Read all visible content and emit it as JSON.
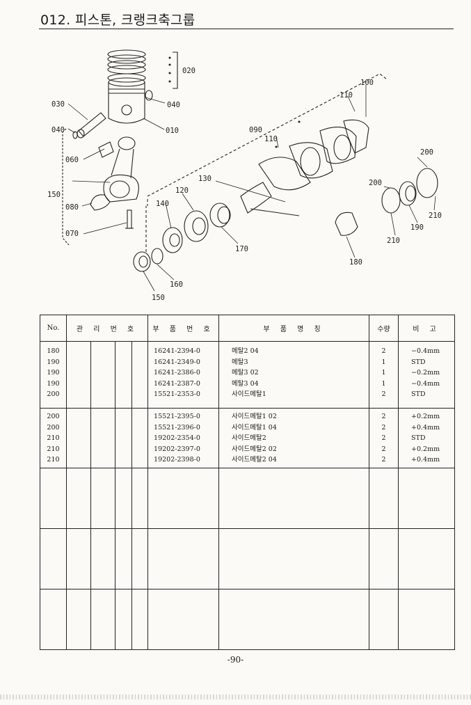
{
  "title": "012. 피스톤, 크랭크축그룹",
  "callouts": {
    "c020": "020",
    "c030": "030",
    "c040a": "040",
    "c040b": "040",
    "c010": "010",
    "c060": "060",
    "c150a": "150",
    "c080": "080",
    "c070": "070",
    "c090": "090",
    "c110a": "110",
    "c110b": "110",
    "c100": "100",
    "c130": "130",
    "c120": "120",
    "c140": "140",
    "c170": "170",
    "c160": "160",
    "c150b": "150",
    "c180": "180",
    "c200a": "200",
    "c200b": "200",
    "c190": "190",
    "c210a": "210",
    "c210b": "210"
  },
  "table": {
    "headers": {
      "no": "No.",
      "mgmt": "관 리 번 호",
      "part_no": "부 품 번 호",
      "part_name": "부 품 명 칭",
      "qty": "수량",
      "remark": "비 고"
    },
    "group1": [
      {
        "no": "180",
        "part_no": "16241-2394-0",
        "name": "메탈2 04",
        "qty": "2",
        "remark": "−0.4mm"
      },
      {
        "no": "190",
        "part_no": "16241-2349-0",
        "name": "메탈3",
        "qty": "1",
        "remark": "STD"
      },
      {
        "no": "190",
        "part_no": "16241-2386-0",
        "name": "메탈3 02",
        "qty": "1",
        "remark": "−0.2mm"
      },
      {
        "no": "190",
        "part_no": "16241-2387-0",
        "name": "메탈3 04",
        "qty": "1",
        "remark": "−0.4mm"
      },
      {
        "no": "200",
        "part_no": "15521-2353-0",
        "name": "사이드메탈1",
        "qty": "2",
        "remark": "STD"
      }
    ],
    "group2": [
      {
        "no": "200",
        "part_no": "15521-2395-0",
        "name": "사이드메탈1 02",
        "qty": "2",
        "remark": "+0.2mm"
      },
      {
        "no": "200",
        "part_no": "15521-2396-0",
        "name": "사이드메탈1 04",
        "qty": "2",
        "remark": "+0.4mm"
      },
      {
        "no": "210",
        "part_no": "19202-2354-0",
        "name": "사이드메탈2",
        "qty": "2",
        "remark": "STD"
      },
      {
        "no": "210",
        "part_no": "19202-2397-0",
        "name": "사이드메탈2 02",
        "qty": "2",
        "remark": "+0.2mm"
      },
      {
        "no": "210",
        "part_no": "19202-2398-0",
        "name": "사이드메탈2 04",
        "qty": "2",
        "remark": "+0.4mm"
      }
    ]
  },
  "page_number": "-90-"
}
